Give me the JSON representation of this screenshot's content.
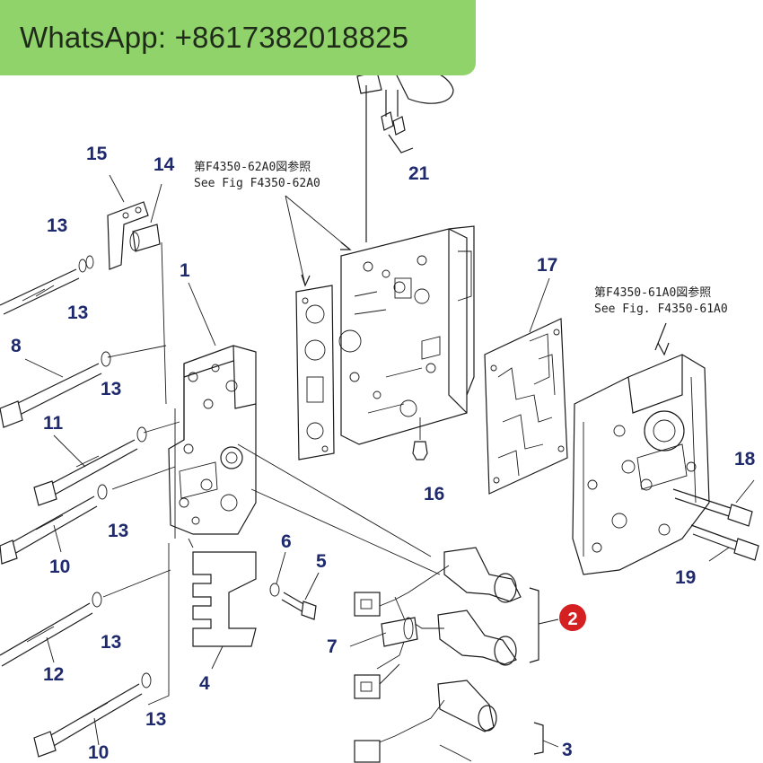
{
  "banner": {
    "text": "WhatsApp: +8617382018825",
    "color": "#8fd36a"
  },
  "refs": {
    "ref_a_cn": "第F4350-62A0図参照",
    "ref_a_en": "See Fig F4350-62A0",
    "ref_b_cn": "第F4350-61A0図参照",
    "ref_b_en": "See Fig. F4350-61A0"
  },
  "callouts": {
    "c1": "1",
    "c2": "2",
    "c3": "3",
    "c4": "4",
    "c5": "5",
    "c6": "6",
    "c7": "7",
    "c8": "8",
    "c10a": "10",
    "c10b": "10",
    "c11": "11",
    "c12": "12",
    "c13a": "13",
    "c13b": "13",
    "c13c": "13",
    "c13d": "13",
    "c13e": "13",
    "c13f": "13",
    "c14": "14",
    "c15": "15",
    "c16": "16",
    "c17": "17",
    "c18": "18",
    "c19": "19",
    "c21": "21"
  },
  "colors": {
    "callout": "#1f2a6e",
    "highlight": "#d42020"
  }
}
